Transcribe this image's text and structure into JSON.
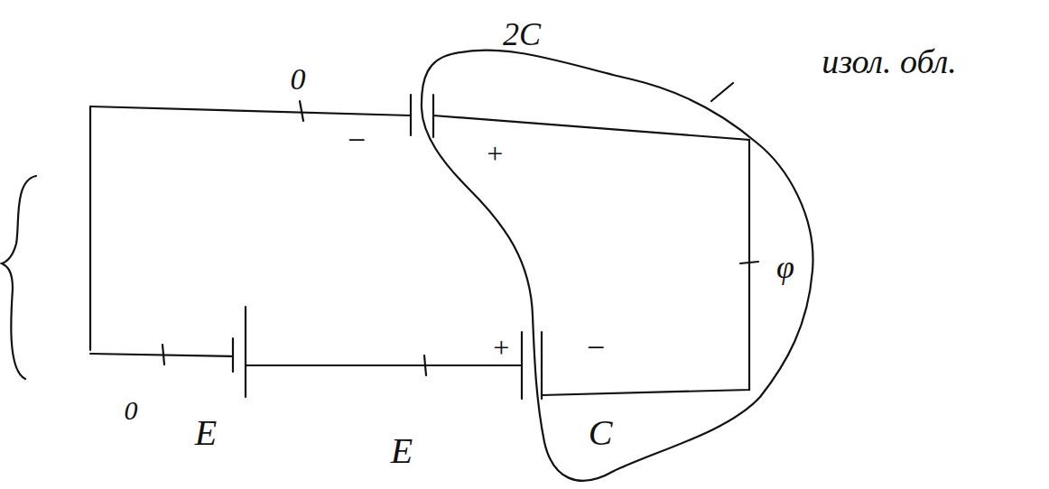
{
  "diagram": {
    "labels": [
      "0",
      "−",
      "2C",
      "+",
      "изол. обл.",
      "φ",
      "0",
      "E",
      "E",
      "+",
      "−",
      "C"
    ]
  }
}
